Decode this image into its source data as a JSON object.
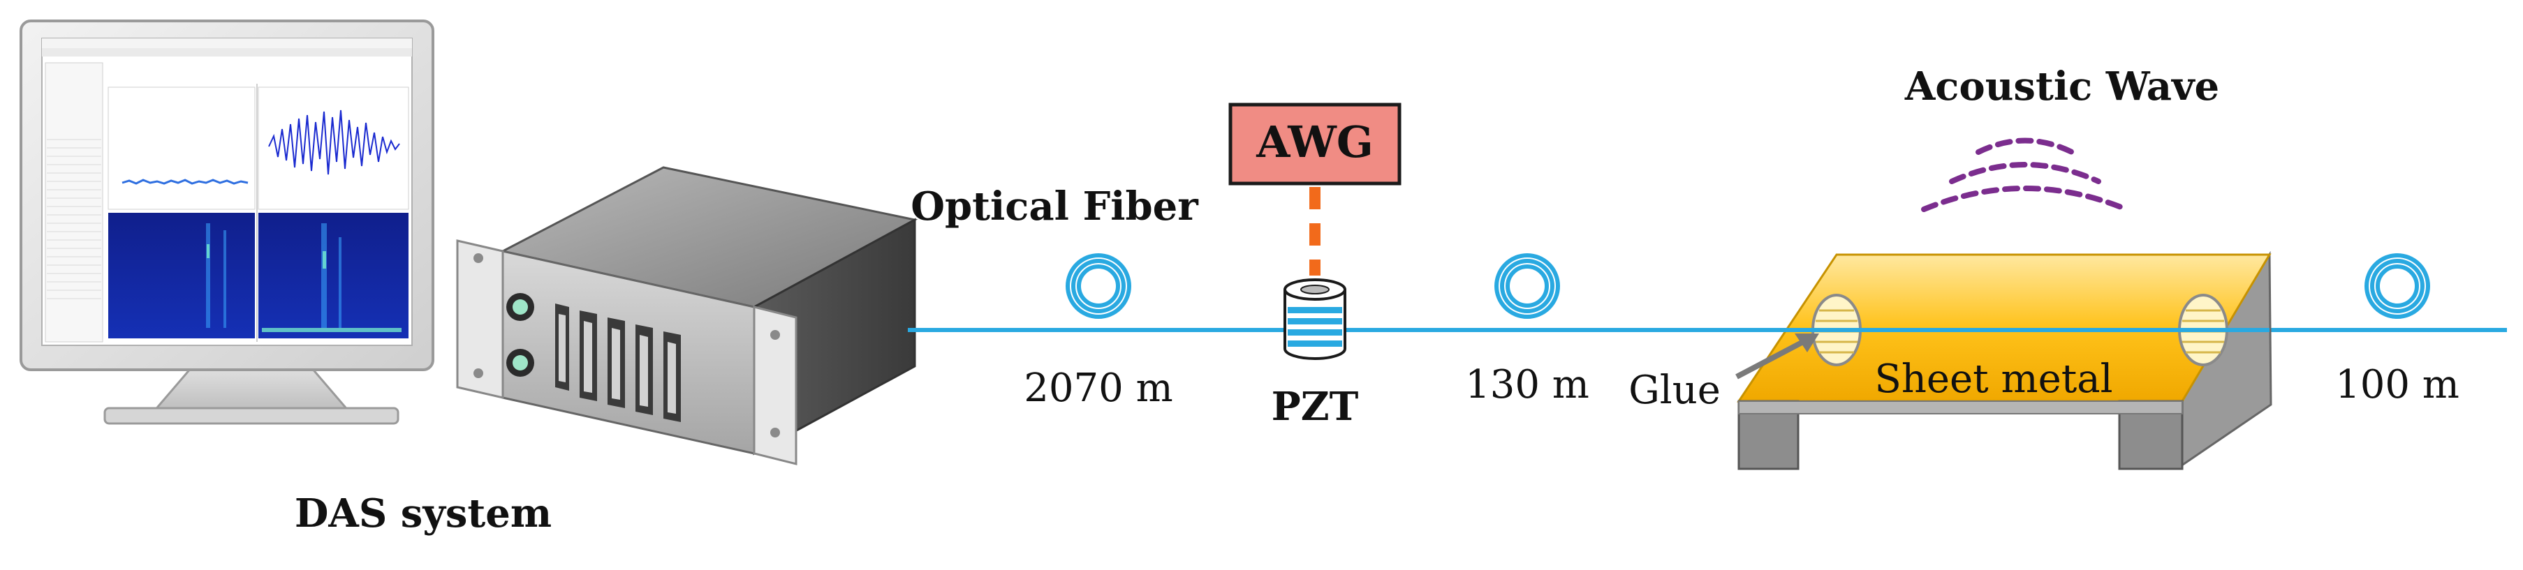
{
  "labels": {
    "das_system": "DAS system",
    "optical_fiber": "Optical Fiber",
    "awg": "AWG",
    "pzt": "PZT",
    "acoustic_wave": "Acoustic Wave",
    "glue": "Glue",
    "sheet_metal": "Sheet metal",
    "len_1": "2070 m",
    "len_2": "130 m",
    "len_3": "100 m"
  },
  "colors": {
    "fiber": "#29a9e1",
    "awg_fill": "#f08c84",
    "pzt_link": "#f26a1b",
    "acoustic": "#7b2d8e",
    "sheet_metal": "#f5b800",
    "support": "#8a8a8a",
    "chassis": "#555555",
    "screen_plot": "#1a2a9c"
  },
  "icons": {
    "monitor": "monitor-icon",
    "das_unit": "rack-unit-icon",
    "coil": "fiber-coil-icon",
    "pzt": "pzt-cylinder-icon"
  }
}
